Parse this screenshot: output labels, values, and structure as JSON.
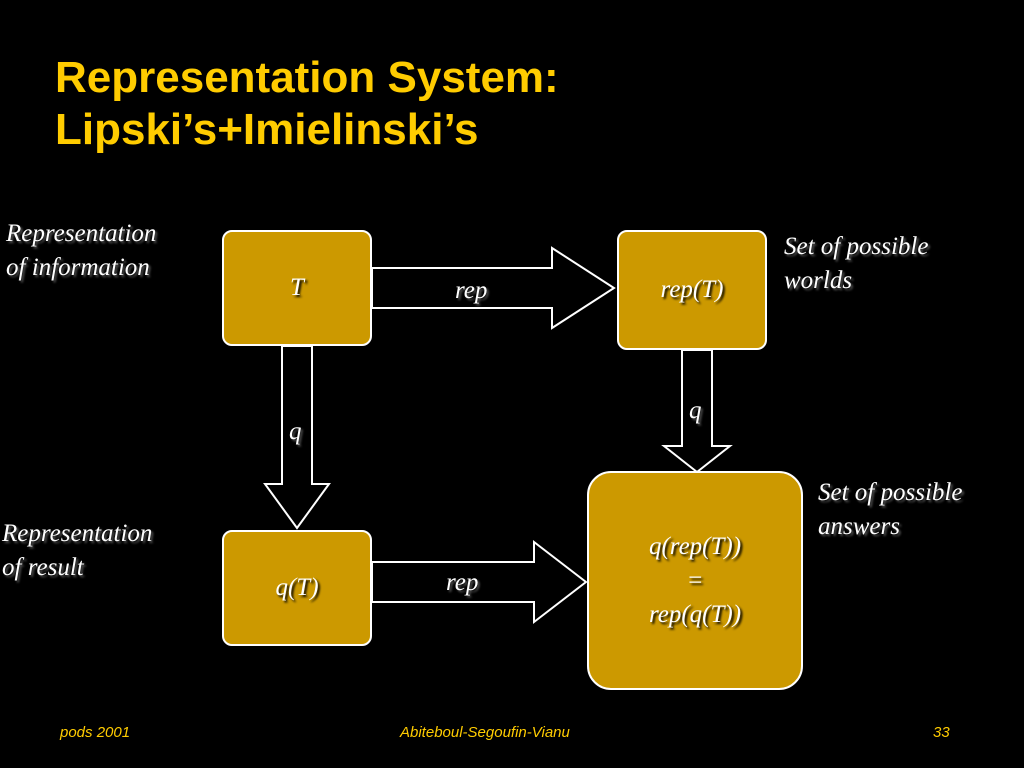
{
  "slide": {
    "title_line1": "Representation System:",
    "title_line2": "Lipski’s+Imielinski’s",
    "colors": {
      "background": "#000000",
      "title": "#FFCC00",
      "box_fill": "#CC9900",
      "outline": "#ffffff",
      "text": "#ffffff"
    }
  },
  "diagram": {
    "box_t": "T",
    "box_rep_t": "rep(T)",
    "box_q_t": "q(T)",
    "box_result": {
      "line1": "q(rep(T))",
      "line2": "=",
      "line3": "rep(q(T))"
    },
    "arrow_top_label": "rep",
    "arrow_bottom_label": "rep",
    "arrow_left_label": "q",
    "arrow_right_label": "q",
    "label_repr_info": {
      "line1": "Representation",
      "line2": "of information"
    },
    "label_repr_result": {
      "line1": "Representation",
      "line2": "of result"
    },
    "label_worlds": {
      "line1": "Set of possible",
      "line2": "worlds"
    },
    "label_answers": {
      "line1": "Set of possible",
      "line2": "answers"
    }
  },
  "footer": {
    "left": "pods 2001",
    "center": "Abiteboul-Segoufin-Vianu",
    "right": "33"
  }
}
